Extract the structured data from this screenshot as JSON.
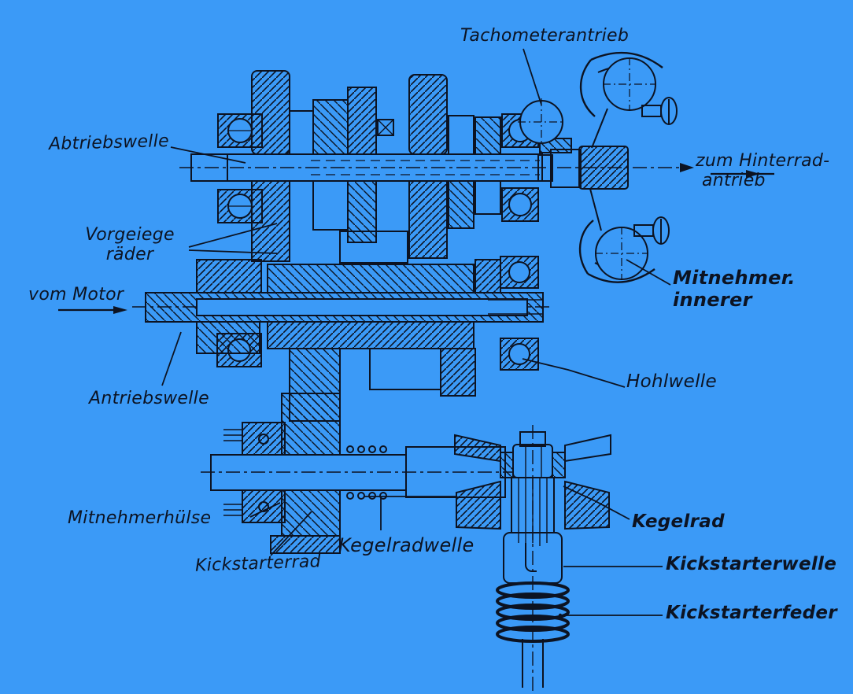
{
  "diagram": {
    "kind": "gearbox-sectional-drawing",
    "colors": {
      "background": "#3b9af7",
      "ink": "#0c1322"
    }
  },
  "labels": {
    "tachometerantrieb": "Tachometerantrieb",
    "abtriebswelle": "Abtriebswelle",
    "vorgelege_1": "Vorgeiege",
    "vorgelege_2": "räder",
    "vom_motor": "vom Motor",
    "antriebswelle": "Antriebswelle",
    "mitnehmerhuelse": "Mitnehmerhülse",
    "kickstarterrad": "Kickstarterrad",
    "kegelradwelle": "Kegelradwelle",
    "kegelrad": "Kegelrad",
    "kickstarterwelle": "Kickstarterwelle",
    "kickstarterfeder": "Kickstarterfeder",
    "hohlwelle": "Hohlwelle",
    "zum_hinterrad_1": "zum Hinterrad-",
    "zum_hinterrad_2": "antrieb",
    "mitnehmer_1": "Mitnehmer.",
    "mitnehmer_2": "innerer"
  }
}
